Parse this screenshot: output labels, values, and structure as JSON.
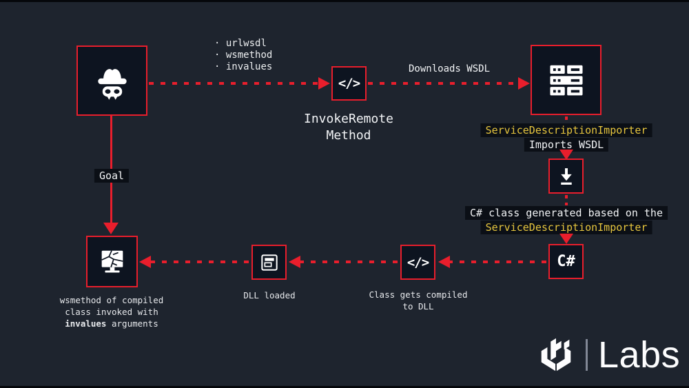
{
  "colors": {
    "background": "#1e242e",
    "node_fill": "#0d1420",
    "accent_red": "#e91e2c",
    "label_bg": "#0b0f16",
    "code_yellow": "#e7c63e",
    "text_primary": "#f2f4f6"
  },
  "attacker_params": {
    "bullet": "·",
    "items": [
      "urlwsdl",
      "wsmethod",
      "invalues"
    ]
  },
  "nodes": {
    "invoke_label_line1": "InvokeRemote",
    "invoke_label_line2": "Method",
    "csharp_label": "C#"
  },
  "edges": {
    "downloads_wsdl": "Downloads WSDL",
    "goal": "Goal"
  },
  "annotations": {
    "sdi_1": "ServiceDescriptionImporter",
    "imports_wsdl": "Imports WSDL",
    "csharp_generated": "C# class generated based on the",
    "sdi_2": "ServiceDescriptionImporter",
    "class_compiled_line1": "Class gets compiled",
    "class_compiled_line2": "to DLL",
    "dll_loaded": "DLL loaded",
    "goal_caption_line1": "wsmethod of compiled",
    "goal_caption_line2": "class invoked with",
    "goal_caption_line3_bold": "invalues",
    "goal_caption_line3_rest": "arguments"
  },
  "icons": {
    "code_glyph": "</>"
  },
  "branding": {
    "wordmark": "Labs"
  }
}
